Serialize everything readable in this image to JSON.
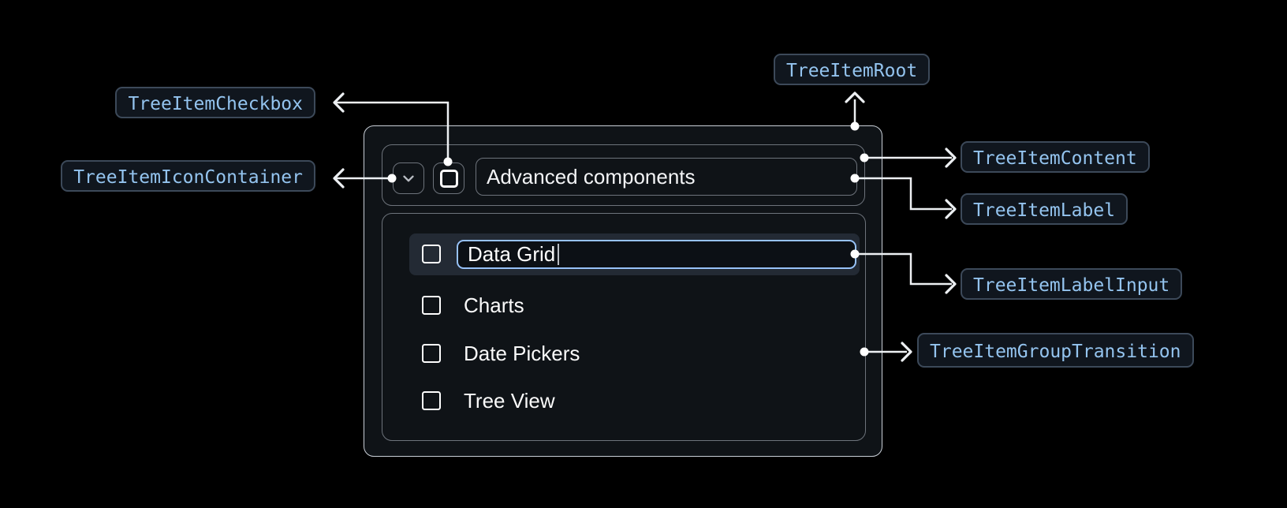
{
  "badges": {
    "root": {
      "label": "TreeItemRoot"
    },
    "checkbox": {
      "label": "TreeItemCheckbox"
    },
    "icon_container": {
      "label": "TreeItemIconContainer"
    },
    "content": {
      "label": "TreeItemContent"
    },
    "item_label": {
      "label": "TreeItemLabel"
    },
    "label_input": {
      "label": "TreeItemLabelInput"
    },
    "group_transition": {
      "label": "TreeItemGroupTransition"
    }
  },
  "tree_item": {
    "parent": {
      "label": "Advanced components",
      "expand_icon": "chevron-down",
      "checkbox_state": "unchecked",
      "expanded": true
    },
    "editing_item": {
      "input_value": "Data Grid",
      "checkbox_state": "unchecked",
      "editing": true
    },
    "items": [
      {
        "label": "Charts",
        "checkbox_state": "unchecked"
      },
      {
        "label": "Date Pickers",
        "checkbox_state": "unchecked"
      },
      {
        "label": "Tree View",
        "checkbox_state": "unchecked"
      }
    ]
  },
  "colors": {
    "page_bg": "#000000",
    "card_bg": "#0f1317",
    "card_border": "#c9cfd7",
    "inner_border": "#6d737b",
    "badge_bg": "#10161e",
    "badge_border": "#3c4959",
    "badge_text": "#94c4ef",
    "connector": "#edf0f3",
    "row_highlight_bg": "#232a34",
    "input_focus_border": "#97c2f8",
    "label_text": "#f3f4f6"
  }
}
